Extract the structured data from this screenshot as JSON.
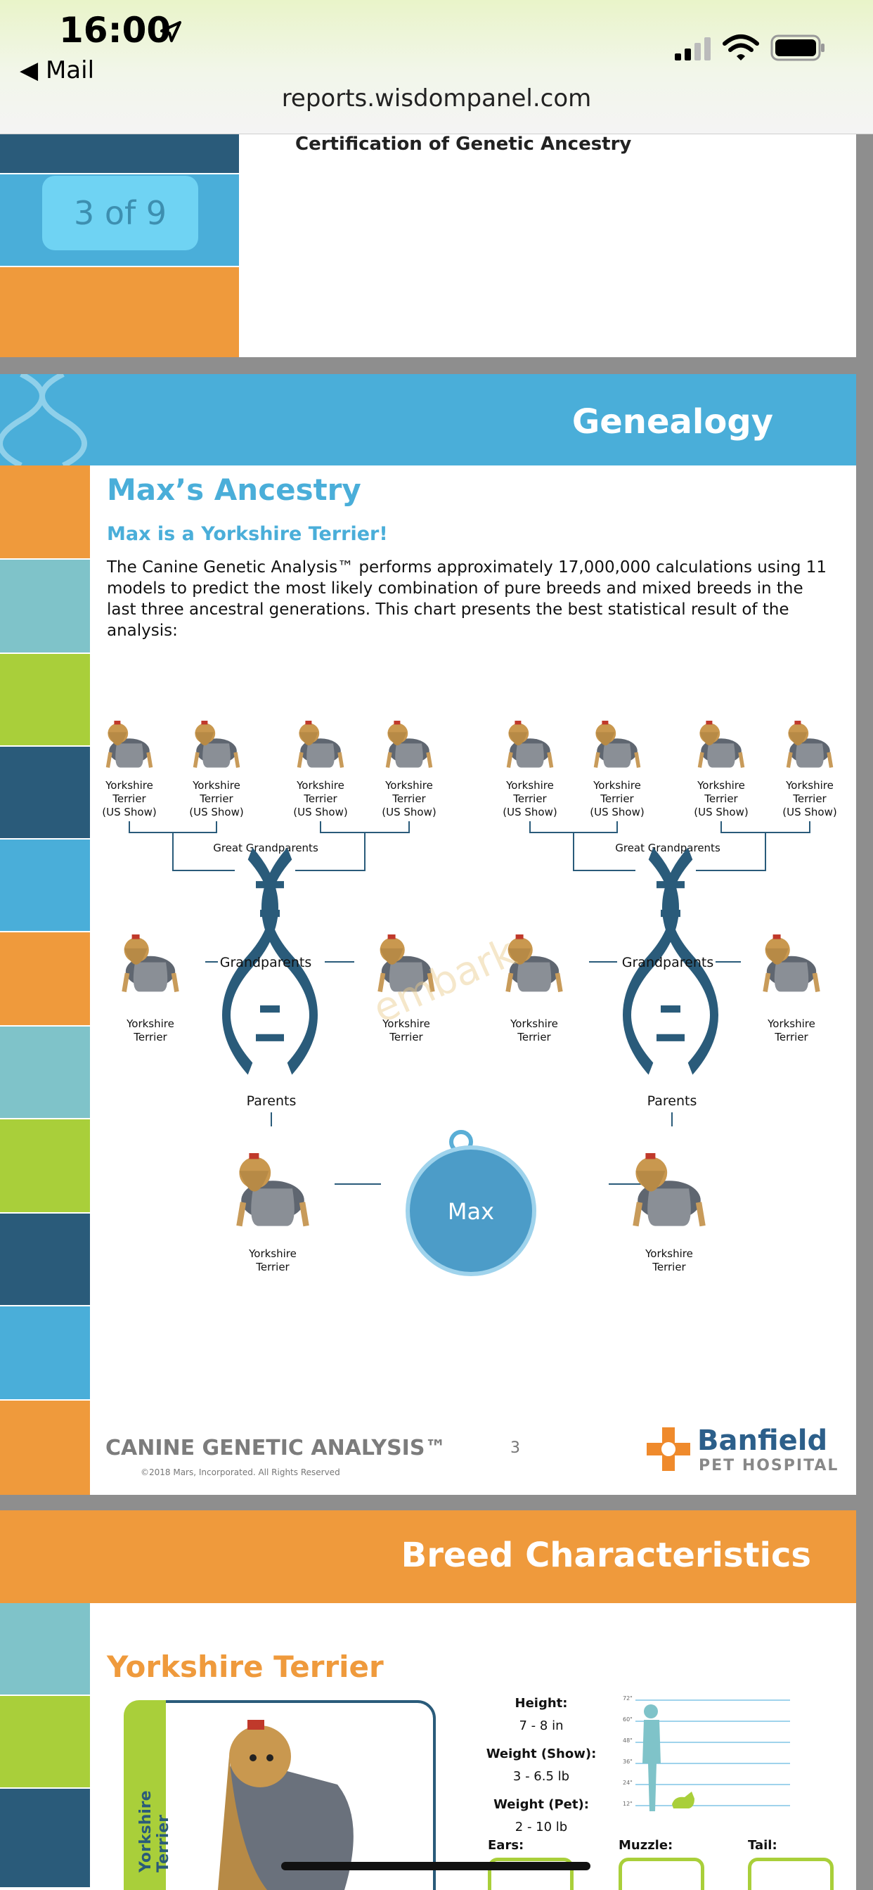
{
  "status_bar": {
    "time": "16:00",
    "back_label": "◀ Mail",
    "url": "reports.wisdompanel.com"
  },
  "viewer": {
    "page_indicator": "3 of 9"
  },
  "previous_page": {
    "cut_heading": "Certification of Genetic Ancestry"
  },
  "genealogy_page": {
    "band_title": "Genealogy",
    "heading": "Max’s Ancestry",
    "subheading": "Max is a Yorkshire Terrier!",
    "paragraph": "The Canine Genetic Analysis™ performs approximately 17,000,000 calculations using 11 models to predict the most likely combination of pure breeds and mixed breeds in the last three ancestral generations. This chart presents the best statistical result of the analysis:",
    "tree": {
      "great_grandparents_label": "Great Grandparents",
      "grandparents_label": "Grandparents",
      "parents_label": "Parents",
      "great_grandparents": [
        {
          "line1": "Yorkshire",
          "line2": "Terrier",
          "line3": "(US Show)"
        },
        {
          "line1": "Yorkshire",
          "line2": "Terrier",
          "line3": "(US Show)"
        },
        {
          "line1": "Yorkshire",
          "line2": "Terrier",
          "line3": "(US Show)"
        },
        {
          "line1": "Yorkshire",
          "line2": "Terrier",
          "line3": "(US Show)"
        },
        {
          "line1": "Yorkshire",
          "line2": "Terrier",
          "line3": "(US Show)"
        },
        {
          "line1": "Yorkshire",
          "line2": "Terrier",
          "line3": "(US Show)"
        },
        {
          "line1": "Yorkshire",
          "line2": "Terrier",
          "line3": "(US Show)"
        },
        {
          "line1": "Yorkshire",
          "line2": "Terrier",
          "line3": "(US Show)"
        }
      ],
      "grandparents": [
        {
          "line1": "Yorkshire",
          "line2": "Terrier"
        },
        {
          "line1": "Yorkshire",
          "line2": "Terrier"
        },
        {
          "line1": "Yorkshire",
          "line2": "Terrier"
        },
        {
          "line1": "Yorkshire",
          "line2": "Terrier"
        }
      ],
      "parents": [
        {
          "line1": "Yorkshire",
          "line2": "Terrier"
        },
        {
          "line1": "Yorkshire",
          "line2": "Terrier"
        }
      ],
      "dog_name": "Max"
    },
    "watermark": "embark",
    "footer": {
      "brand": "CANINE GENETIC ANALYSIS™",
      "copyright": "©2018 Mars, Incorporated. All Rights Reserved",
      "page_number": "3",
      "partner_name": "Banfield",
      "partner_sub": "PET HOSPITAL"
    }
  },
  "breed_page": {
    "band_title": "Breed Characteristics",
    "breed_title": "Yorkshire Terrier",
    "card_side_label": "Yorkshire Terrier",
    "height_label": "Height:",
    "height_value": "7 - 8 in",
    "weight_show_label": "Weight (Show):",
    "weight_show_value": "3 - 6.5 lb",
    "weight_pet_label": "Weight (Pet):",
    "weight_pet_value": "2 - 10 lb",
    "ears_label": "Ears:",
    "muzzle_label": "Muzzle:",
    "tail_label": "Tail:",
    "scale_ticks": [
      "72\"",
      "60\"",
      "48\"",
      "36\"",
      "24\"",
      "12\""
    ]
  },
  "colors": {
    "blue": "#4aaed9",
    "navy": "#2a5b7a",
    "orange": "#ef9a3c",
    "green": "#a9cf3a",
    "teal": "#7fc3c9"
  }
}
